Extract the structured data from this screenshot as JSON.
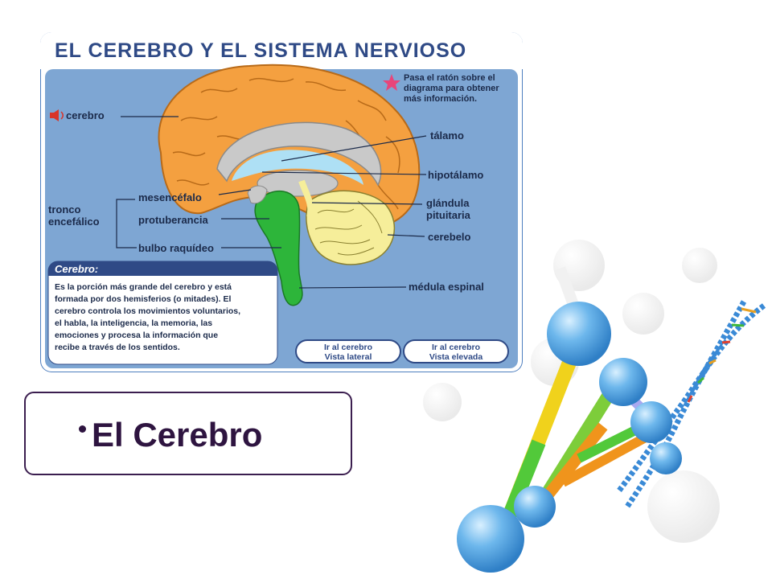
{
  "diagram": {
    "header": "EL CEREBRO Y EL SISTEMA NERVIOSO",
    "hint_lines": [
      "Pasa el ratón sobre el",
      "diagrama para obtener",
      "más información."
    ],
    "speaker_label": "cerebro",
    "labels": {
      "talamo": "tálamo",
      "hipotalamo": "hipotálamo",
      "glandula_1": "glándula",
      "glandula_2": "pituitaria",
      "cerebelo": "cerebelo",
      "medula": "médula espinal",
      "mesencefalo": "mesencéfalo",
      "protuberancia": "protuberancia",
      "bulbo": "bulbo raquídeo",
      "tronco_1": "tronco",
      "tronco_2": "encefálico"
    },
    "info": {
      "title": "Cerebro:",
      "lines": [
        "Es la porción más grande del cerebro y está",
        "formada por dos hemisferios (o mitades). El",
        "cerebro controla los movimientos voluntarios,",
        "el habla, la inteligencia, la memoria, las",
        "emociones y procesa la información que",
        "recibe a través de los sentidos."
      ]
    },
    "buttons": {
      "lateral_1": "Ir al cerebro",
      "lateral_2": "Vista lateral",
      "elevada_1": "Ir al cerebro",
      "elevada_2": "Vista elevada"
    }
  },
  "slide": {
    "title": "El Cerebro"
  },
  "colors": {
    "panel_blue": "#7ea6d3",
    "panel_header": "#ffffff",
    "brain_orange": "#f4a040",
    "stem_green": "#2db53a",
    "cerebellum_yellow": "#f6ee9a",
    "title_purple": "#2e1440"
  }
}
